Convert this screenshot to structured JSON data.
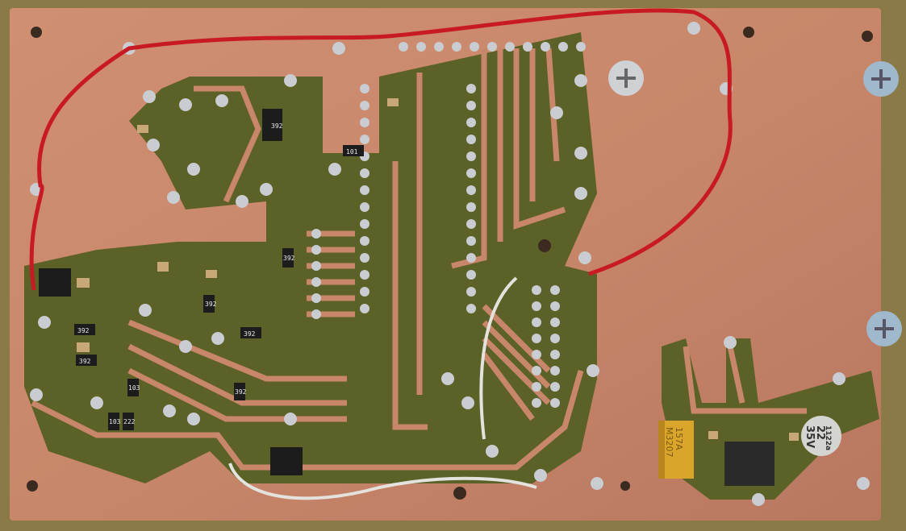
{
  "scene": {
    "subject": "pcb-solder-side",
    "colors": {
      "copper": "#c8876a",
      "substrate": "#5c6127",
      "board_edge": "#8a7a48",
      "solder": "#c9ccd0",
      "red_wire": "#c81a22",
      "white_wire": "#e4e2dc",
      "smd_body": "#1c1c1c",
      "tantalum": "#d9a52a"
    }
  },
  "markings": {
    "r1": "392",
    "r2": "392",
    "r3": "392",
    "r4": "392",
    "r5": "392",
    "r6": "392",
    "r7": "392",
    "r8": "103",
    "r9": "103",
    "r10": "222",
    "r11": "101",
    "tantalum_line1": "157A",
    "tantalum_line2": "M3207",
    "electrolytic_line1": "1122a",
    "electrolytic_line2": "22",
    "electrolytic_line3": "35V"
  }
}
